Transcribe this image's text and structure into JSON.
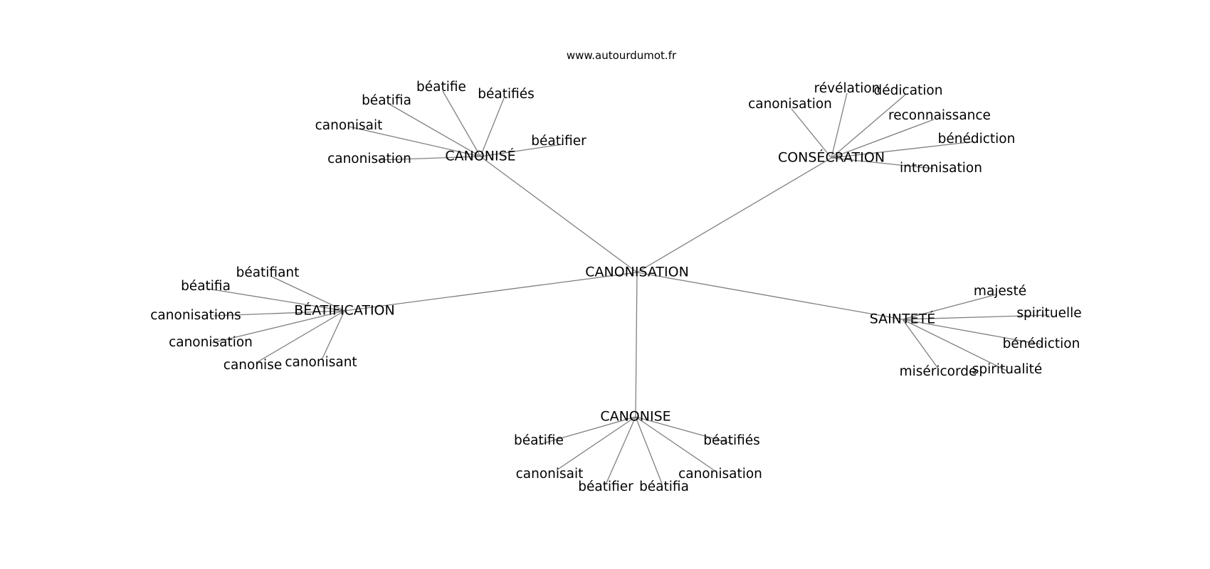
{
  "site": "www.autourdumot.fr",
  "graph": {
    "center": "CANONISATION",
    "hubs": [
      {
        "id": "canonise_accent",
        "label": "CANONISÉ",
        "leaves": [
          "béatifie",
          "béatifiés",
          "béatifia",
          "canonisait",
          "béatifier",
          "canonisation"
        ]
      },
      {
        "id": "consecration",
        "label": "CONSÉCRATION",
        "leaves": [
          "révélation",
          "dédication",
          "canonisation",
          "reconnaissance",
          "bénédiction",
          "intronisation"
        ]
      },
      {
        "id": "beatification",
        "label": "BÉATIFICATION",
        "leaves": [
          "béatifiant",
          "béatifia",
          "canonisations",
          "canonisation",
          "canonise",
          "canonisant"
        ]
      },
      {
        "id": "saintete",
        "label": "SAINTETÉ",
        "leaves": [
          "majesté",
          "spirituelle",
          "bénédiction",
          "spiritualité",
          "miséricorde"
        ]
      },
      {
        "id": "canonise",
        "label": "CANONISE",
        "leaves": [
          "béatifie",
          "béatifiés",
          "canonisait",
          "canonisation",
          "béatifier",
          "béatifia"
        ]
      }
    ]
  }
}
